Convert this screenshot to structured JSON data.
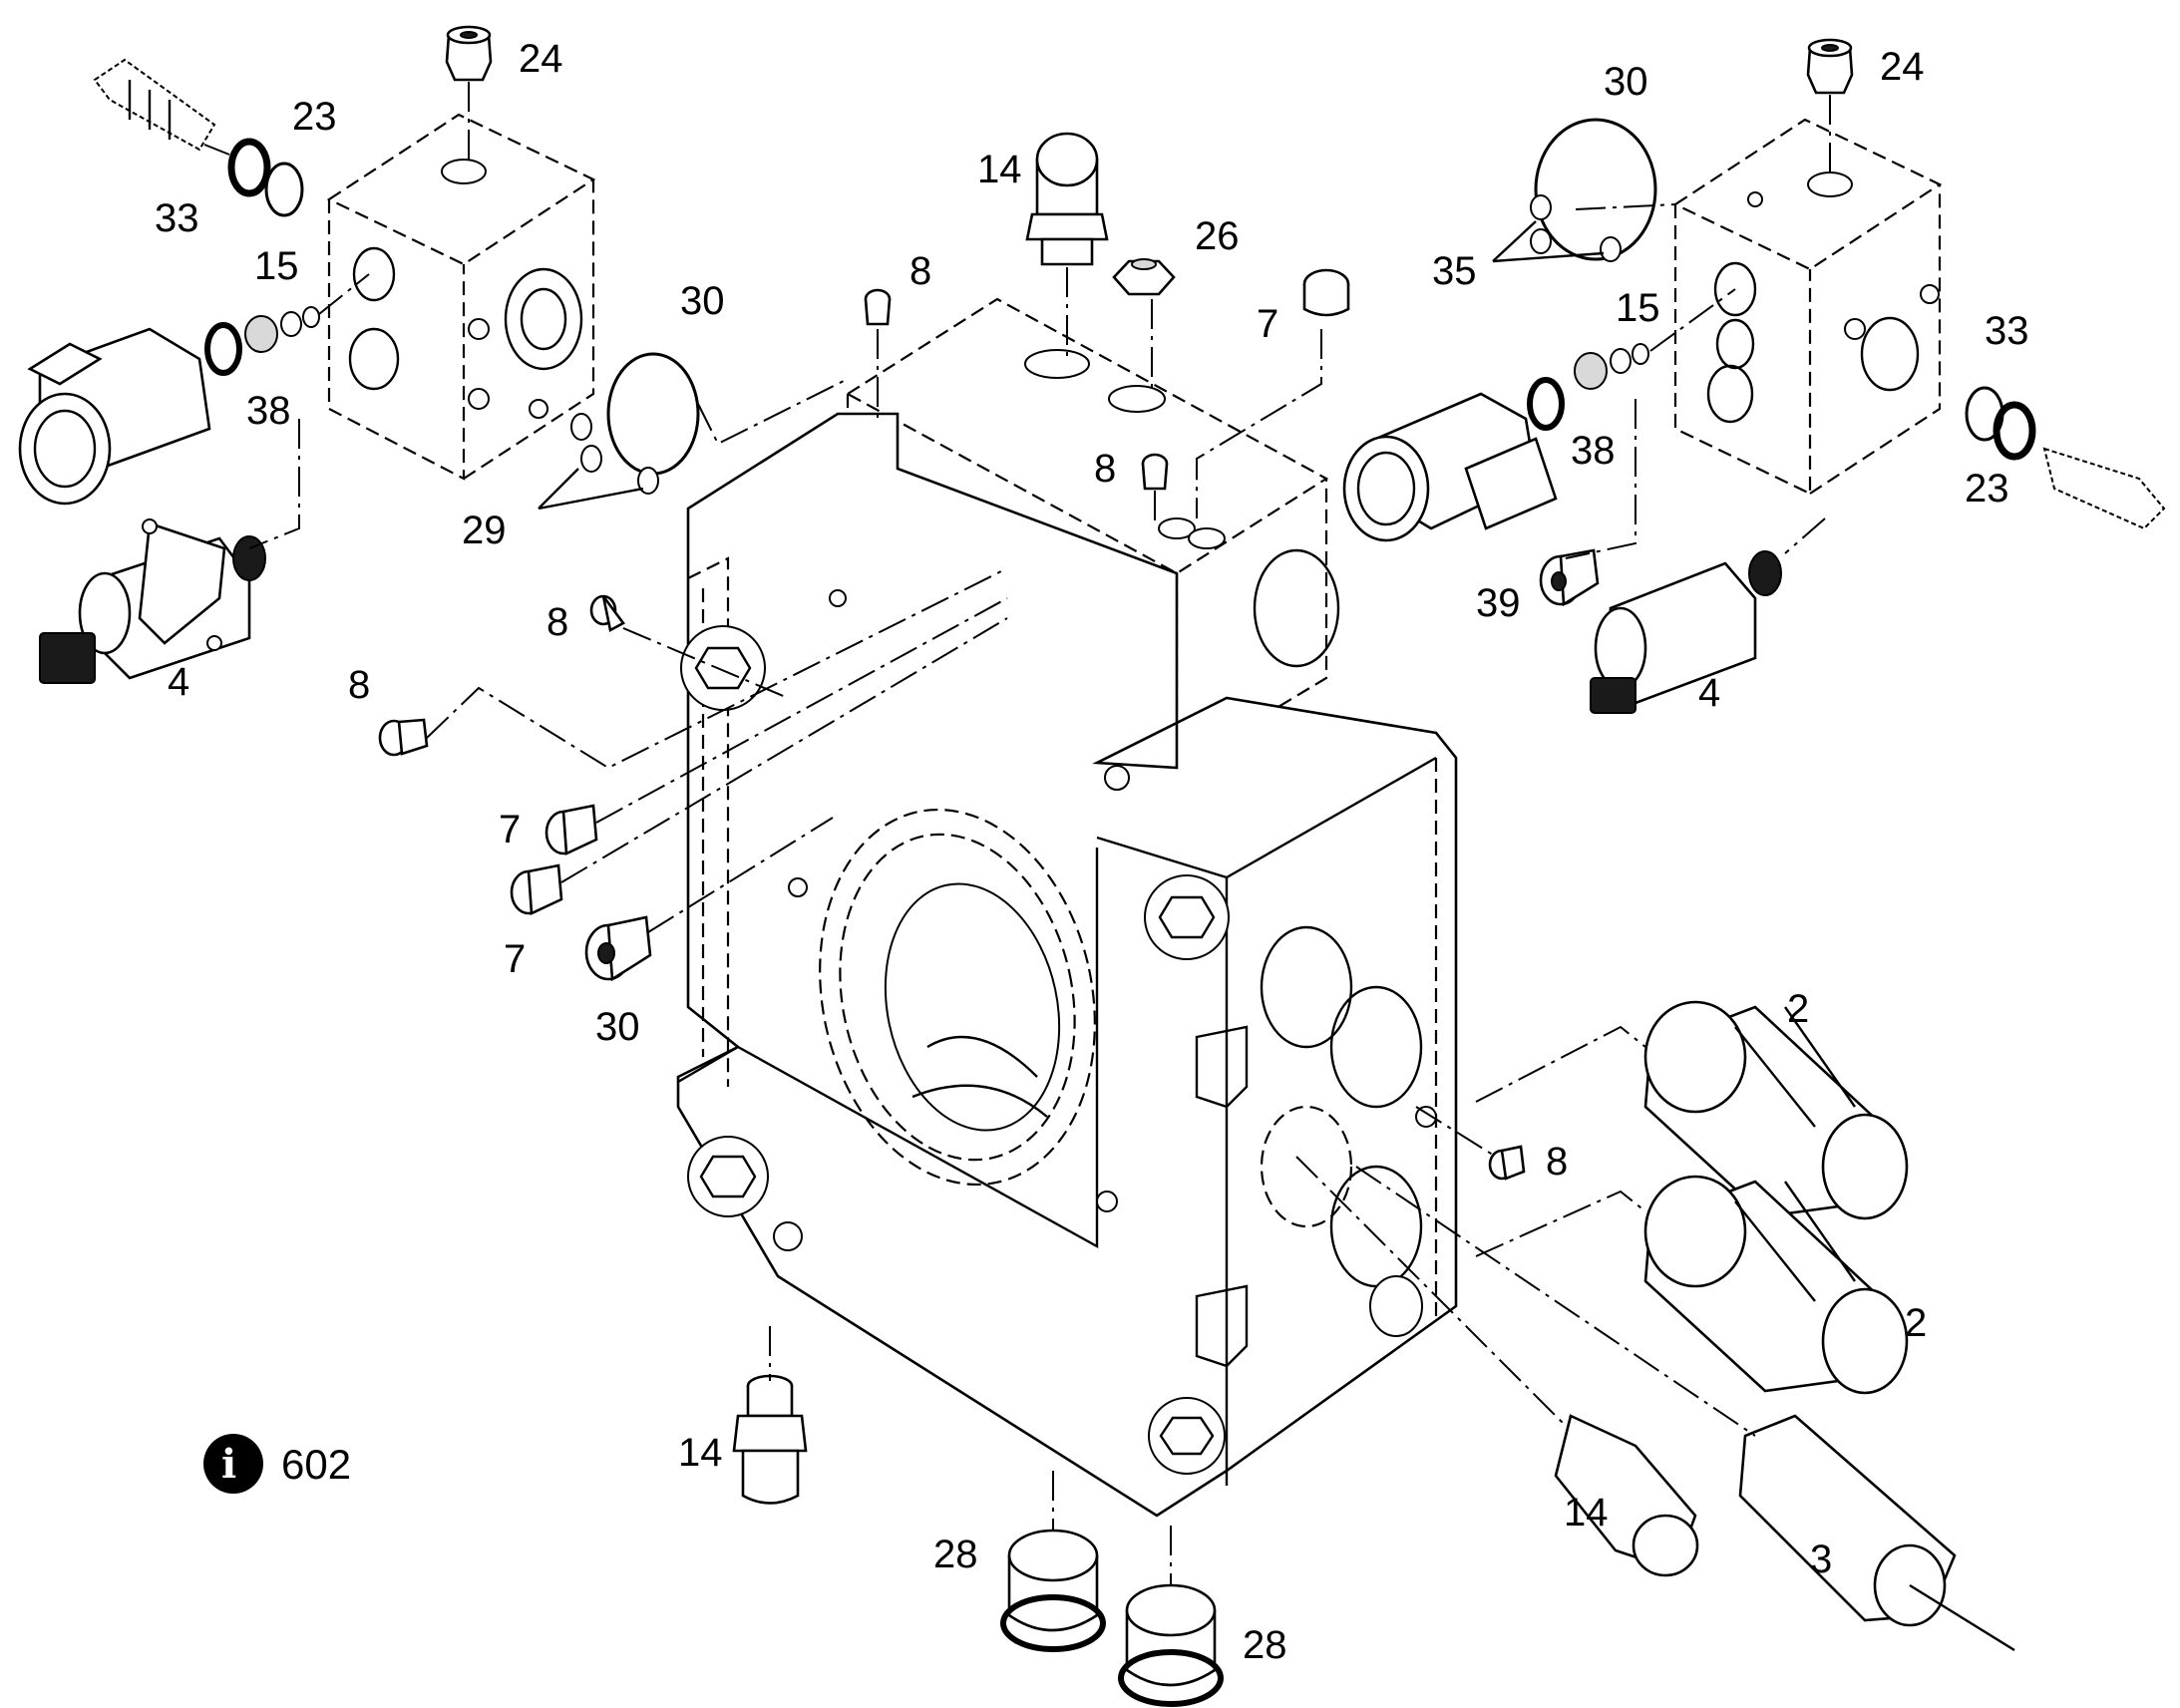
{
  "callouts": [
    {
      "key": "c24a",
      "label": "24"
    },
    {
      "key": "c23a",
      "label": "23"
    },
    {
      "key": "c33a",
      "label": "33"
    },
    {
      "key": "c15a",
      "label": "15"
    },
    {
      "key": "c38a",
      "label": "38"
    },
    {
      "key": "c30a",
      "label": "30"
    },
    {
      "key": "c29",
      "label": "29"
    },
    {
      "key": "c4a",
      "label": "4"
    },
    {
      "key": "c8a",
      "label": "8"
    },
    {
      "key": "c8b",
      "label": "8"
    },
    {
      "key": "c8c",
      "label": "8"
    },
    {
      "key": "c8d",
      "label": "8"
    },
    {
      "key": "c7a",
      "label": "7"
    },
    {
      "key": "c7b",
      "label": "7"
    },
    {
      "key": "c7c",
      "label": "7"
    },
    {
      "key": "c30b",
      "label": "30"
    },
    {
      "key": "c14a",
      "label": "14"
    },
    {
      "key": "c26",
      "label": "26"
    },
    {
      "key": "c30c",
      "label": "30"
    },
    {
      "key": "c24b",
      "label": "24"
    },
    {
      "key": "c35",
      "label": "35"
    },
    {
      "key": "c15b",
      "label": "15"
    },
    {
      "key": "c33b",
      "label": "33"
    },
    {
      "key": "c38b",
      "label": "38"
    },
    {
      "key": "c23b",
      "label": "23"
    },
    {
      "key": "c39",
      "label": "39"
    },
    {
      "key": "c4b",
      "label": "4"
    },
    {
      "key": "c2a",
      "label": "2"
    },
    {
      "key": "c2b",
      "label": "2"
    },
    {
      "key": "c8e",
      "label": "8"
    },
    {
      "key": "c14b",
      "label": "14"
    },
    {
      "key": "c14c",
      "label": "14"
    },
    {
      "key": "c3",
      "label": "3"
    },
    {
      "key": "c28a",
      "label": "28"
    },
    {
      "key": "c28b",
      "label": "28"
    }
  ],
  "info_note": {
    "icon": "info-icon",
    "number": "602"
  }
}
